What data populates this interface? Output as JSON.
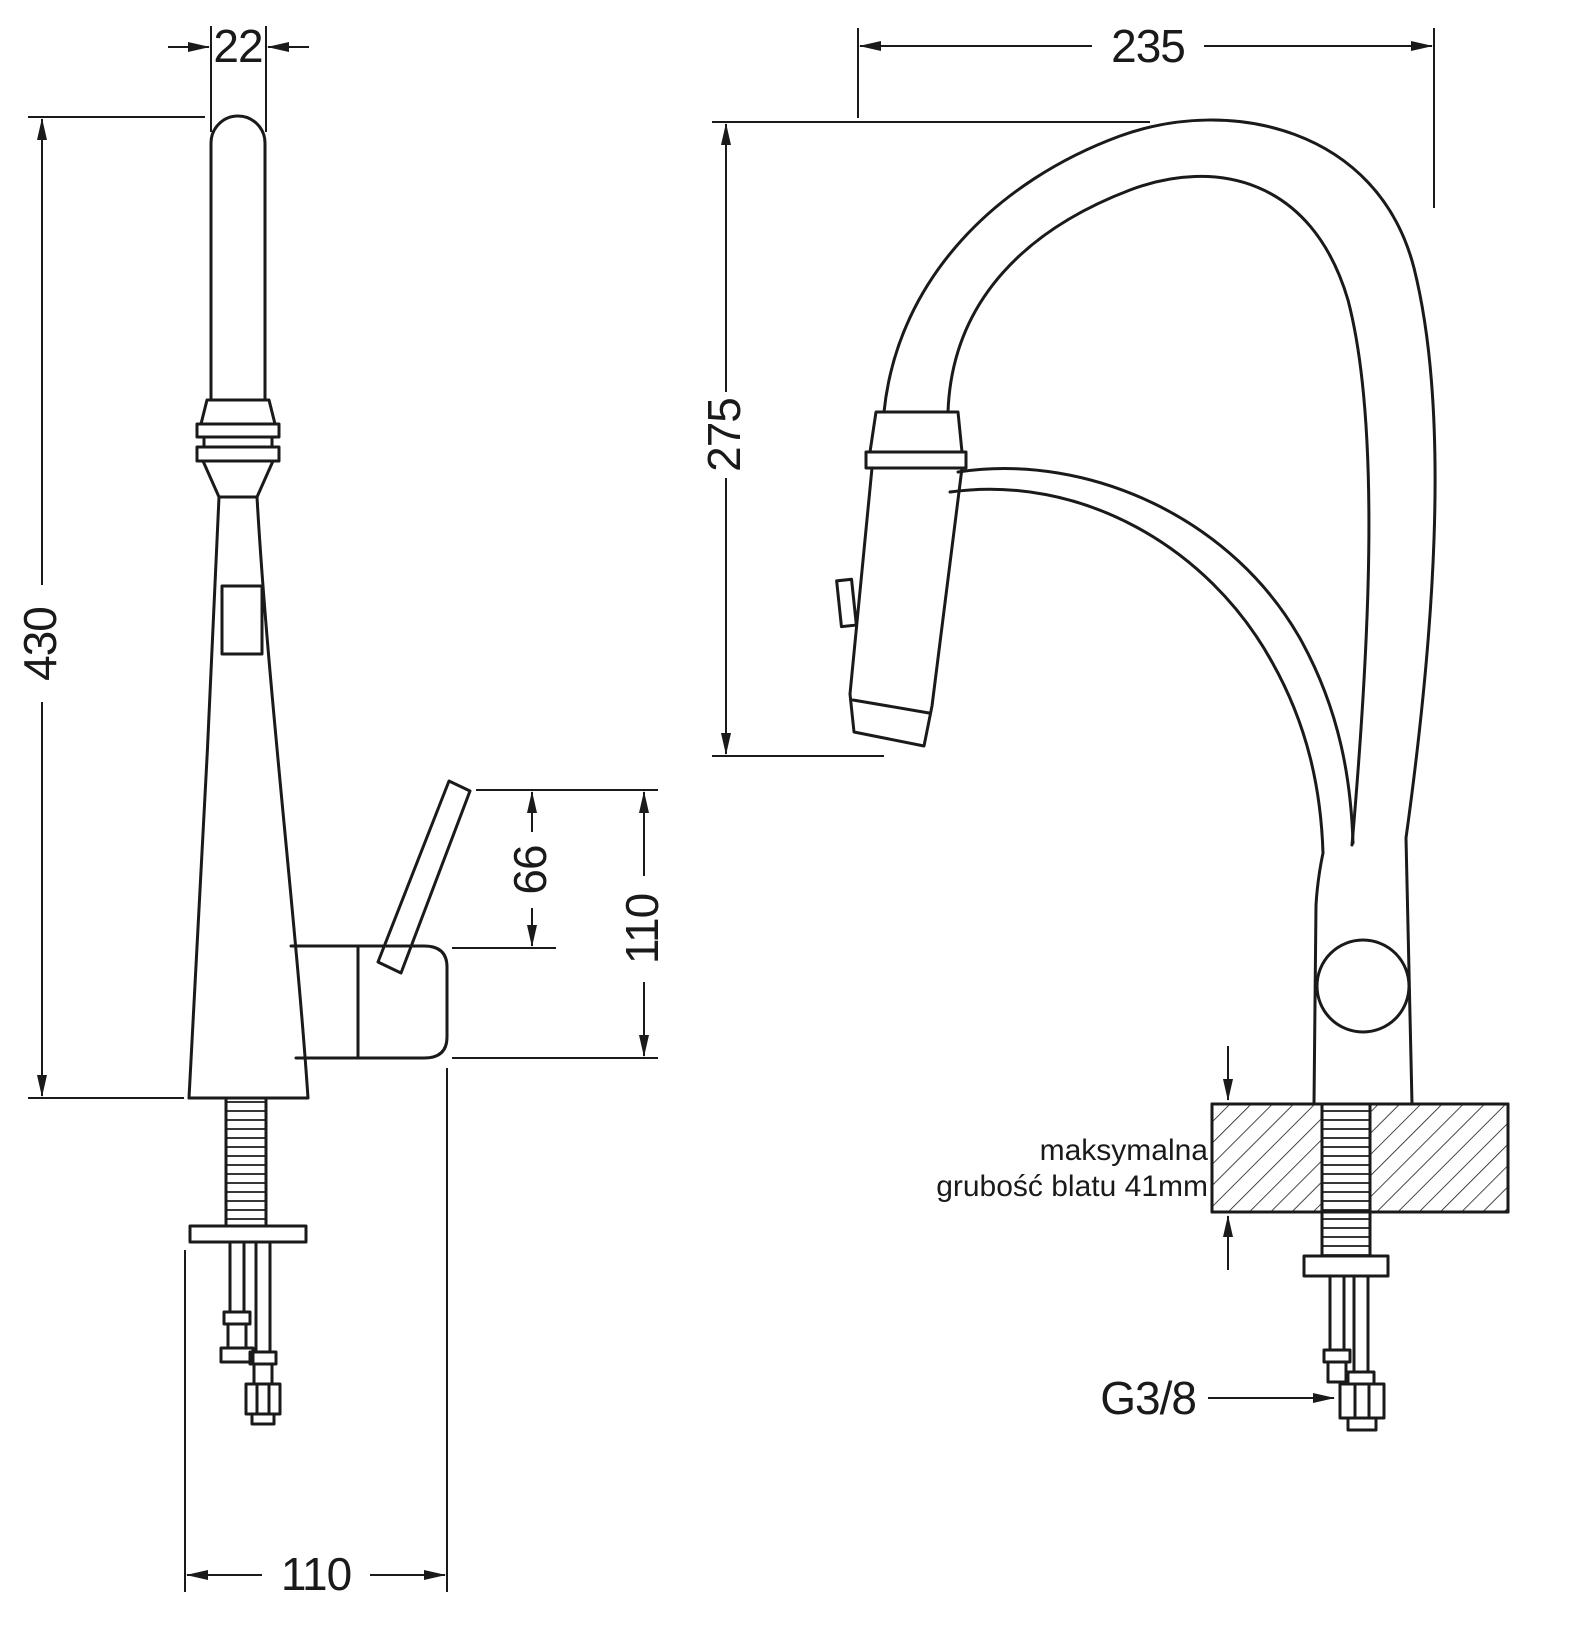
{
  "colors": {
    "line": "#1a1a1a",
    "background": "#ffffff"
  },
  "side_view": {
    "dim_spout_width": "22",
    "dim_total_height": "430",
    "dim_lever_offset": "66",
    "dim_lever_total": "110",
    "dim_base_reach": "110"
  },
  "front_view": {
    "dim_reach": "235",
    "dim_spout_height": "275",
    "counter_note_line1": "maksymalna",
    "counter_note_line2": "grubość blatu 41mm",
    "thread_size": "G3/8"
  }
}
